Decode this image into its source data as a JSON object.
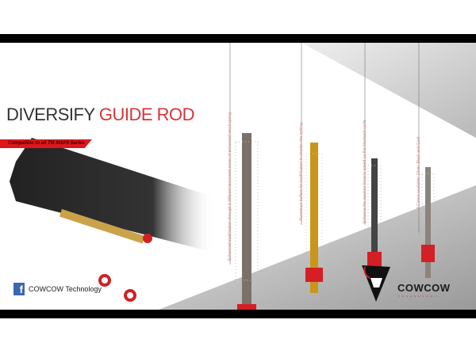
{
  "title": {
    "part1": "DIVERSIFY",
    "part2": "GUIDE ROD"
  },
  "compatibility": "Compatible to all TM M&P9 Series",
  "features": [
    "Enhanced stabilization through 2 different tensioned zones of enhanced recoil spring",
    "Aluminium buffers for modification to shorten the cycling",
    "Enhance the reaction force to speed up the blowback cycle",
    "3 Colors available: Silver, Black and Gold"
  ],
  "social": {
    "icon": "facebook-icon",
    "glyph": "f",
    "label": "COWCOW Technology"
  },
  "brand": {
    "name": "COWCOW",
    "sub": "TECHNOLOGY"
  },
  "colors": {
    "accent": "#d4353a",
    "buffer_red": "#d41f25",
    "gold": "#c9961a",
    "facebook": "#3b66b0"
  }
}
